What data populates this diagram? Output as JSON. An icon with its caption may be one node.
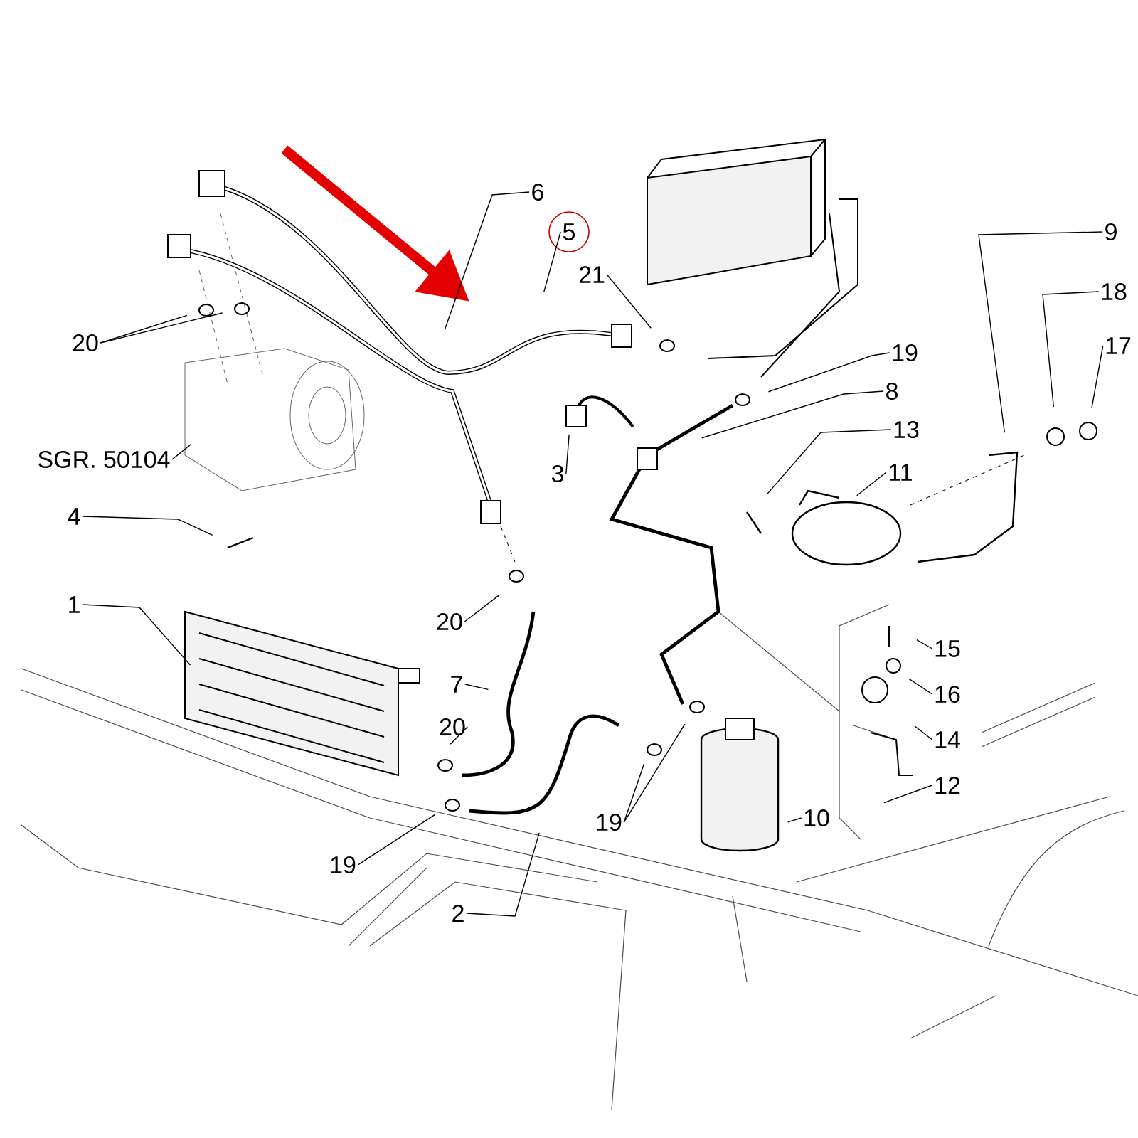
{
  "diagram": {
    "nodes": [
      {
        "text": [
          "6"
        ]
      },
      {
        "text": [
          "5"
        ]
      },
      {
        "text": [
          "21"
        ]
      },
      {
        "text": [
          "9"
        ]
      },
      {
        "text": [
          "18"
        ]
      },
      {
        "text": [
          "17"
        ]
      },
      {
        "text": [
          "20"
        ]
      },
      {
        "text": [
          "19"
        ]
      },
      {
        "text": [
          "8"
        ]
      },
      {
        "text": [
          "13"
        ]
      },
      {
        "text": [
          "11"
        ]
      },
      {
        "text": [
          "SGR. 50104"
        ]
      },
      {
        "text": [
          "3"
        ]
      },
      {
        "text": [
          "4"
        ]
      },
      {
        "text": [
          "1"
        ]
      },
      {
        "text": [
          "20"
        ]
      },
      {
        "text": [
          "15"
        ]
      },
      {
        "text": [
          "16"
        ]
      },
      {
        "text": [
          "7"
        ]
      },
      {
        "text": [
          "14"
        ]
      },
      {
        "text": [
          "20"
        ]
      },
      {
        "text": [
          "12"
        ]
      },
      {
        "text": [
          "19"
        ]
      },
      {
        "text": [
          "10"
        ]
      },
      {
        "text": [
          "19"
        ]
      },
      {
        "text": [
          "2"
        ]
      }
    ],
    "edges": [
      {
        "from": 0,
        "to": null,
        "arrow": "none"
      },
      {
        "from": 1,
        "to": null,
        "arrow": "none"
      },
      {
        "from": 2,
        "to": null,
        "arrow": "none"
      },
      {
        "from": 3,
        "to": null,
        "arrow": "none"
      },
      {
        "from": 4,
        "to": null,
        "arrow": "none"
      },
      {
        "from": 5,
        "to": null,
        "arrow": "none"
      },
      {
        "from": 6,
        "to": null,
        "arrow": "none"
      },
      {
        "from": 6,
        "to": null,
        "arrow": "none"
      },
      {
        "from": 7,
        "to": null,
        "arrow": "none"
      },
      {
        "from": 8,
        "to": null,
        "arrow": "none"
      },
      {
        "from": 9,
        "to": null,
        "arrow": "none"
      },
      {
        "from": 10,
        "to": null,
        "arrow": "none"
      },
      {
        "from": 11,
        "to": null,
        "arrow": "none"
      },
      {
        "from": 12,
        "to": null,
        "arrow": "none"
      },
      {
        "from": 13,
        "to": null,
        "arrow": "none"
      },
      {
        "from": 14,
        "to": null,
        "arrow": "none"
      },
      {
        "from": 15,
        "to": null,
        "arrow": "none"
      },
      {
        "from": 16,
        "to": null,
        "arrow": "none"
      },
      {
        "from": 17,
        "to": null,
        "arrow": "none"
      },
      {
        "from": 18,
        "to": null,
        "arrow": "none"
      },
      {
        "from": 19,
        "to": null,
        "arrow": "none"
      },
      {
        "from": 20,
        "to": null,
        "arrow": "none"
      },
      {
        "from": 21,
        "to": null,
        "arrow": "none"
      },
      {
        "from": 22,
        "to": null,
        "arrow": "none"
      },
      {
        "from": 23,
        "to": null,
        "arrow": "none"
      },
      {
        "from": 24,
        "to": null,
        "arrow": "none"
      },
      {
        "from": 24,
        "to": null,
        "arrow": "none"
      },
      {
        "from": 25,
        "to": null,
        "arrow": "none"
      }
    ]
  }
}
